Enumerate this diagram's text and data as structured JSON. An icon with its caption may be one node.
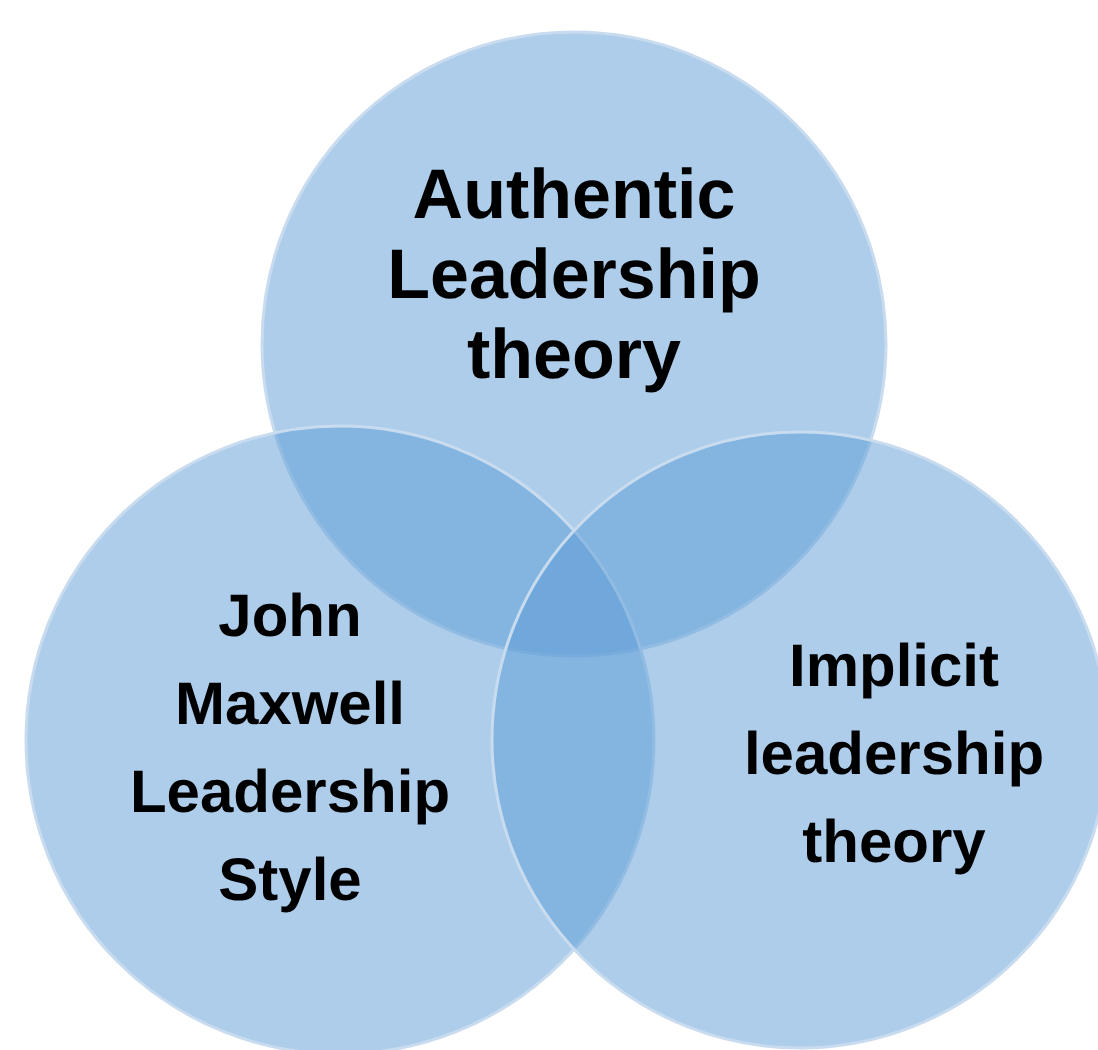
{
  "diagram": {
    "nodes": [
      {
        "text": [
          "Authentic Leadership theory"
        ]
      },
      {
        "text": [
          "John Maxwell Leadership Style"
        ]
      },
      {
        "text": [
          "Implicit leadership theory"
        ]
      }
    ]
  }
}
